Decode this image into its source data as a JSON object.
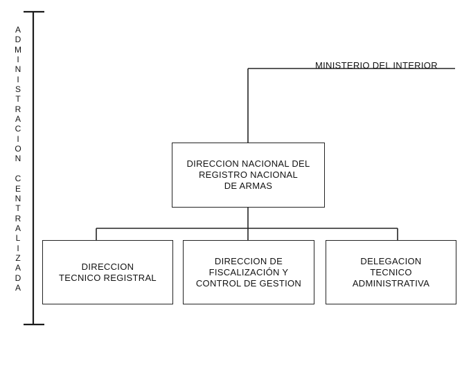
{
  "side_label": "ADMINISTRACION CENTRALIZADA",
  "ministry": {
    "label": "MINISTERIO DEL INTERIOR"
  },
  "top_box": {
    "label": "DIRECCION NACIONAL DEL\nREGISTRO NACIONAL\nDE ARMAS"
  },
  "child_boxes": [
    {
      "label": "DIRECCION\nTECNICO REGISTRAL"
    },
    {
      "label": "DIRECCION DE\nFISCALIZACIÓN Y\nCONTROL DE GESTION"
    },
    {
      "label": "DELEGACION\nTECNICO\nADMINISTRATIVA"
    }
  ]
}
